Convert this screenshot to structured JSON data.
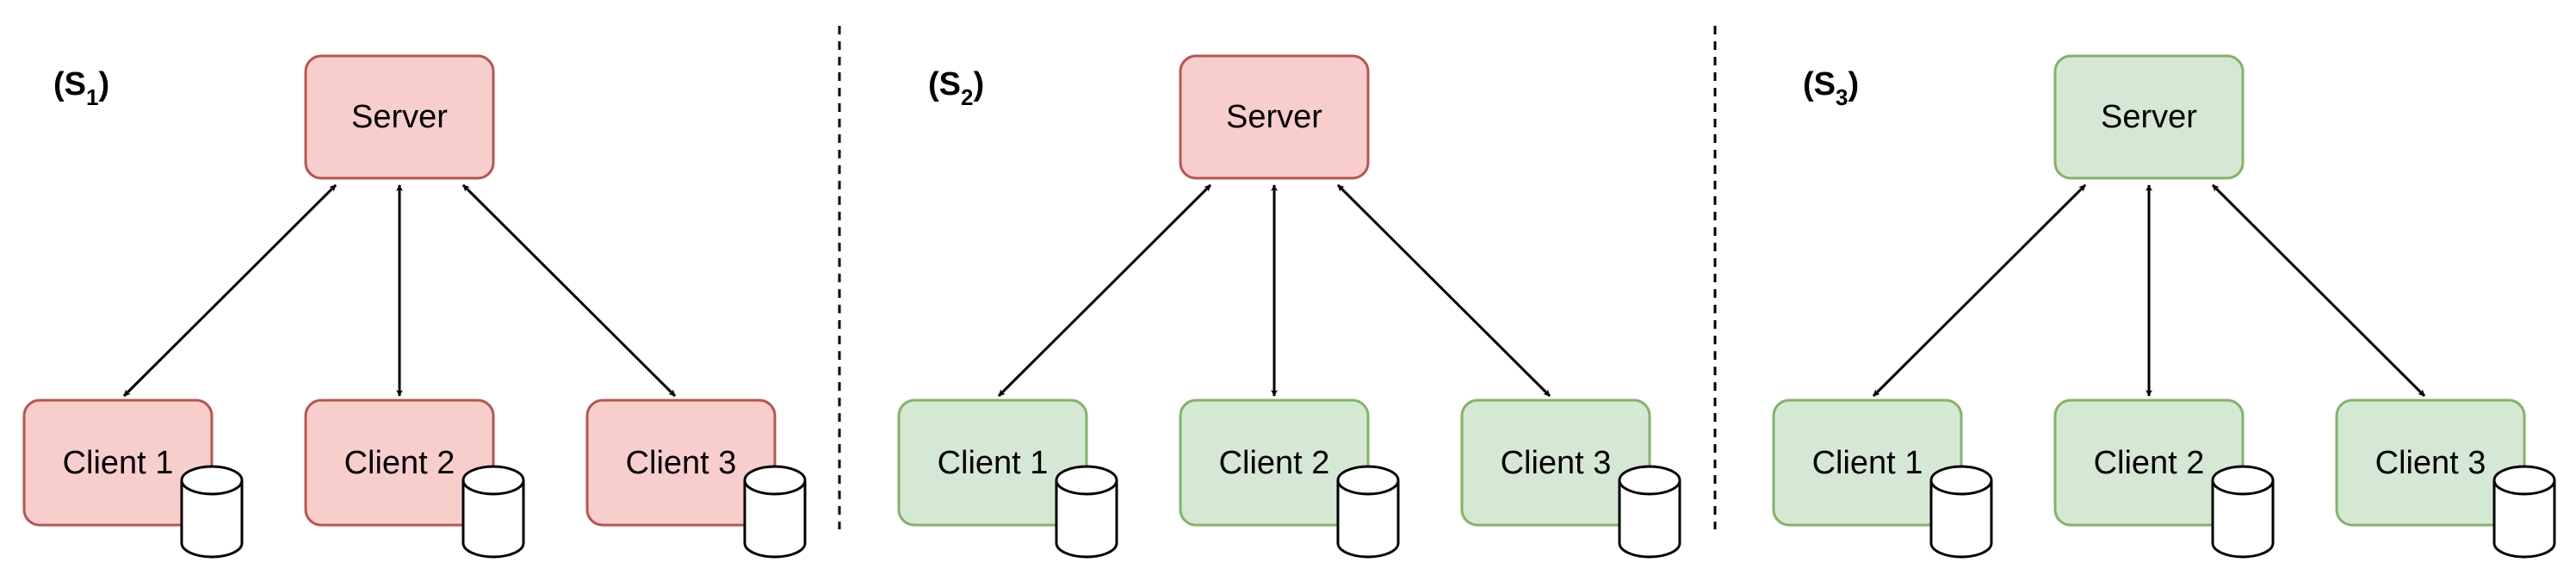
{
  "panels": [
    {
      "label_main": "S",
      "label_sub": "1",
      "server": {
        "label": "Server",
        "state": "red"
      },
      "clients": [
        {
          "label": "Client 1",
          "state": "red"
        },
        {
          "label": "Client 2",
          "state": "red"
        },
        {
          "label": "Client 3",
          "state": "red"
        }
      ]
    },
    {
      "label_main": "S",
      "label_sub": "2",
      "server": {
        "label": "Server",
        "state": "red"
      },
      "clients": [
        {
          "label": "Client 1",
          "state": "green"
        },
        {
          "label": "Client 2",
          "state": "green"
        },
        {
          "label": "Client 3",
          "state": "green"
        }
      ]
    },
    {
      "label_main": "S",
      "label_sub": "3",
      "server": {
        "label": "Server",
        "state": "green"
      },
      "clients": [
        {
          "label": "Client 1",
          "state": "green"
        },
        {
          "label": "Client 2",
          "state": "green"
        },
        {
          "label": "Client 3",
          "state": "green"
        }
      ]
    }
  ],
  "colors": {
    "green_fill": "#d5e8d4",
    "green_stroke": "#82b366",
    "red_fill": "#f8cecc",
    "red_stroke": "#b85450",
    "line": "#000000"
  }
}
